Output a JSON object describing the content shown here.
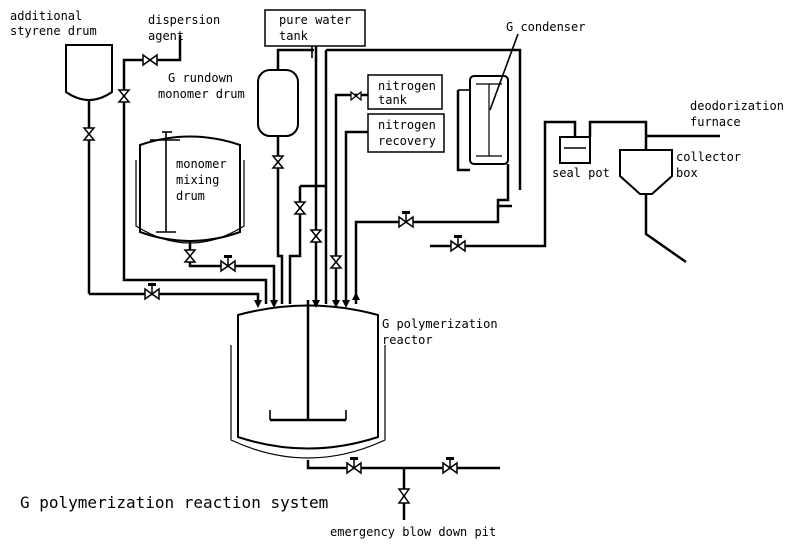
{
  "title": "G polymerization reaction system",
  "labels": {
    "additional_styrene_drum_line1": "additional",
    "additional_styrene_drum_line2": "styrene drum",
    "dispersion_agent_line1": "dispersion",
    "dispersion_agent_line2": "agent",
    "pure_water_tank_line1": "pure water",
    "pure_water_tank_line2": "tank",
    "rundown_drum_line1": "G rundown",
    "rundown_drum_line2": "monomer drum",
    "nitrogen_tank_line1": "nitrogen",
    "nitrogen_tank_line2": "tank",
    "nitrogen_recovery_line1": "nitrogen",
    "nitrogen_recovery_line2": "recovery",
    "condenser": "G  condenser",
    "monomer_mixing_drum_line1": "monomer",
    "monomer_mixing_drum_line2": "mixing",
    "monomer_mixing_drum_line3": "drum",
    "seal_pot": "seal pot",
    "deodorization_furnace_line1": "deodorization",
    "deodorization_furnace_line2": "furnace",
    "collector_box_line1": "collector",
    "collector_box_line2": "box",
    "reactor_line1": "G polymerization",
    "reactor_line2": "reactor",
    "blow_down_pit": "emergency blow down pit"
  }
}
